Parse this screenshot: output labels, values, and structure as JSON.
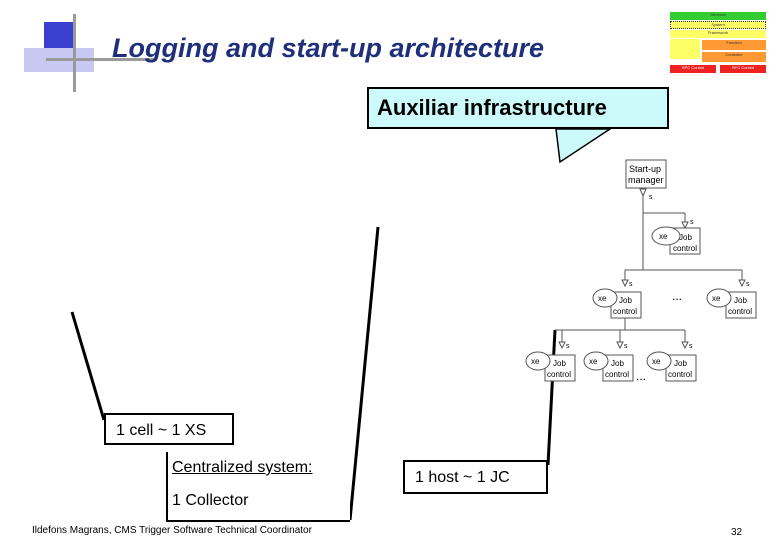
{
  "slide": {
    "title": "Logging and start-up architecture",
    "callout": "Auxiliar infrastructure",
    "label_cell": "1 cell ~ 1 XS",
    "label_centralized": "Centralized system:",
    "label_collector": "1 Collector",
    "label_host": "1 host ~ 1 JC",
    "footer_author": "Ildefons Magrans, CMS Trigger Software Technical Coordinator",
    "page_number": "32"
  },
  "thumbnail": {
    "layers": [
      "Services",
      "System",
      "Framework",
      "Function",
      "Controller",
      "RPC Control",
      "RPC Control"
    ],
    "colors": {
      "green": "#33cc33",
      "yellow": "#ffff66",
      "orange": "#ff9933",
      "red": "#ee2222"
    }
  },
  "diagram": {
    "startup_manager": "Start-up manager",
    "node_label": "Job control",
    "xe_label": "xe",
    "s_label": "s",
    "ellipsis": "..."
  }
}
